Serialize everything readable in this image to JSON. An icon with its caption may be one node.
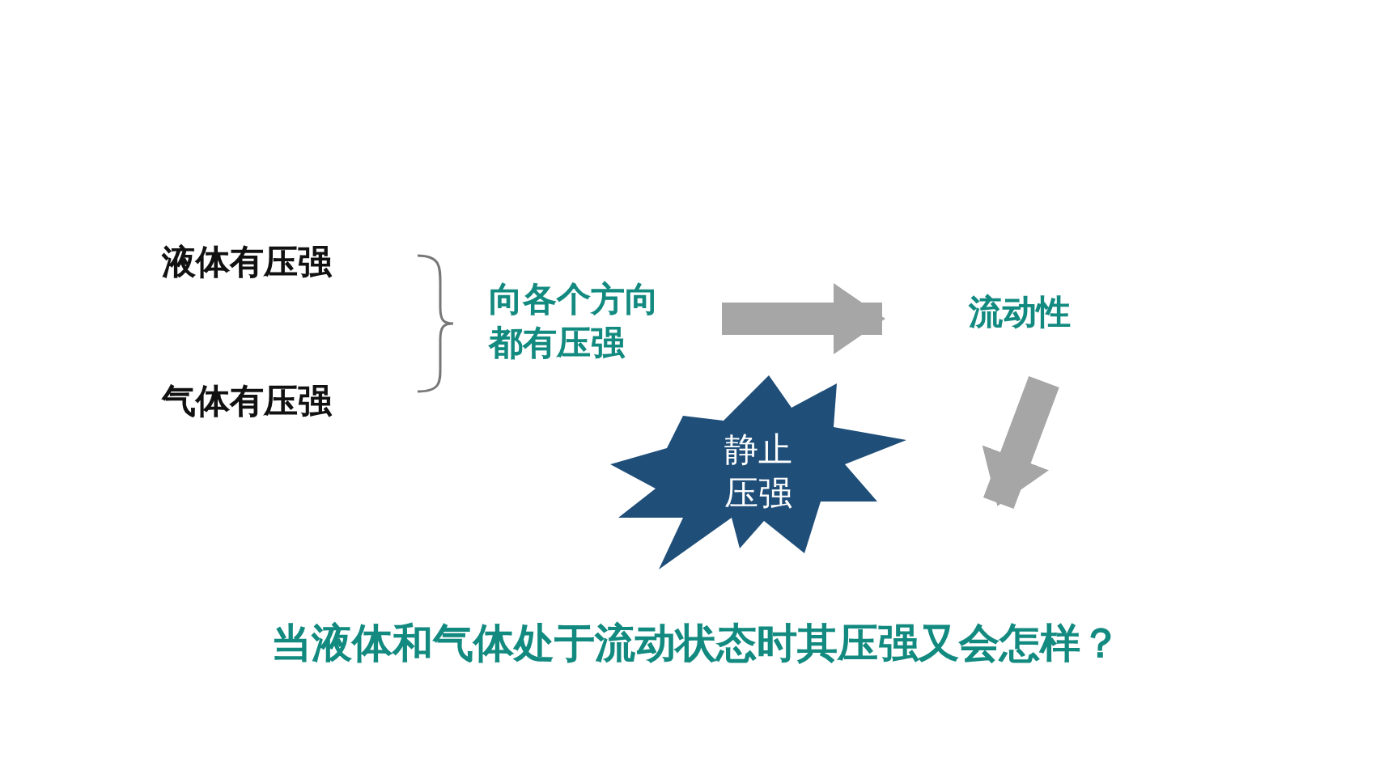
{
  "diagram": {
    "nodes": [
      {
        "text": [
          "液体有压强"
        ]
      },
      {
        "text": [
          "气体有压强"
        ]
      },
      {
        "text": [
          "向各个方向都有压强"
        ]
      },
      {
        "text": [
          "流动性"
        ]
      },
      {
        "text": [
          "静止压强"
        ]
      },
      {
        "text": [
          "当液体和气体处于流动状态时其压强又会怎样？"
        ]
      }
    ],
    "edges": [
      {
        "from": 2,
        "to": 3,
        "arrow": "to"
      },
      {
        "from": 3,
        "to": 5,
        "arrow": "to"
      }
    ]
  }
}
